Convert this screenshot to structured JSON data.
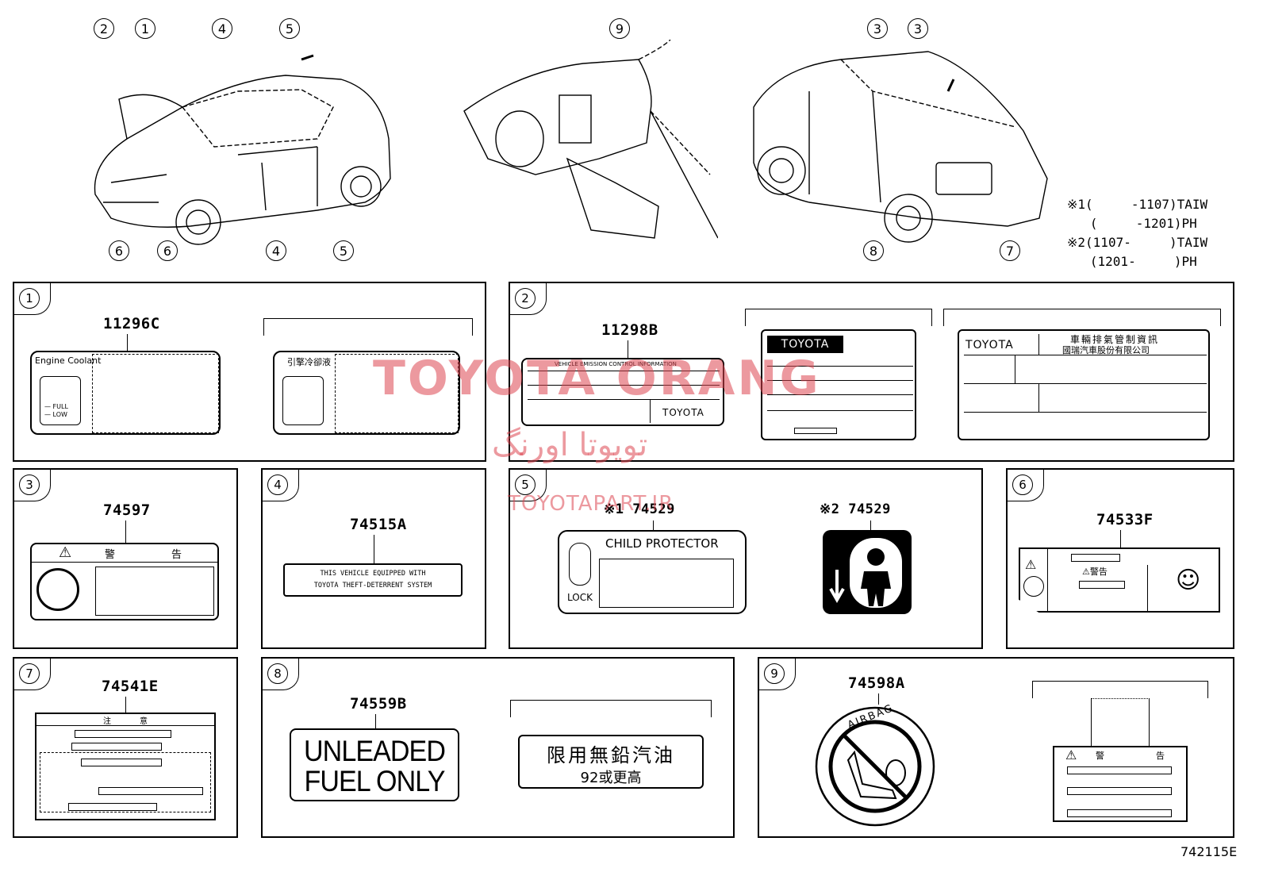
{
  "callouts_top": [
    "2",
    "1",
    "4",
    "5",
    "9",
    "3",
    "3"
  ],
  "callouts_bottom": [
    "6",
    "6",
    "4",
    "5",
    "8",
    "7"
  ],
  "notes": [
    "※1(     -1107)TAIW",
    "   (     -1201)PH",
    "※2(1107-     )TAIW",
    "   (1201-     )PH"
  ],
  "panels": {
    "p1": {
      "num": "1",
      "part": "11296C",
      "label_en": "Engine Coolant",
      "label_cn": "引擎冷卻液",
      "full": "— FULL",
      "low": "— LOW"
    },
    "p2": {
      "num": "2",
      "part": "11298B",
      "vec": "VEHICLE EMISSION CONTROL INFORMATION",
      "toyota": "TOYOTA",
      "cn1": "車輛排氣管制資訊",
      "cn2": "國瑞汽車股份有限公司"
    },
    "p3": {
      "num": "3",
      "part": "74597",
      "warn1": "警",
      "warn2": "告"
    },
    "p4": {
      "num": "4",
      "part": "74515A",
      "line1": "THIS VEHICLE EQUIPPED WITH",
      "line2": "TOYOTA THEFT-DETERRENT SYSTEM"
    },
    "p5": {
      "num": "5",
      "part1": "※1 74529",
      "part2": "※2 74529",
      "child": "CHILD PROTECTOR",
      "lock": "LOCK"
    },
    "p6": {
      "num": "6",
      "part": "74533F",
      "warn": "⚠警告"
    },
    "p7": {
      "num": "7",
      "part": "74541E",
      "head1": "注",
      "head2": "意"
    },
    "p8": {
      "num": "8",
      "part": "74559B",
      "fuel1": "UNLEADED",
      "fuel2": "FUEL ONLY",
      "cn1": "限用無鉛汽油",
      "cn2": "92或更高"
    },
    "p9": {
      "num": "9",
      "part": "74598A",
      "airbag": "AIRBAG",
      "warn1": "警",
      "warn2": "告"
    }
  },
  "watermark": {
    "main": "TOYOTA ORANG",
    "fa": "تویوتا اورنگ",
    "site": "TOYOTAPART.IR"
  },
  "figure_id": "742115E"
}
